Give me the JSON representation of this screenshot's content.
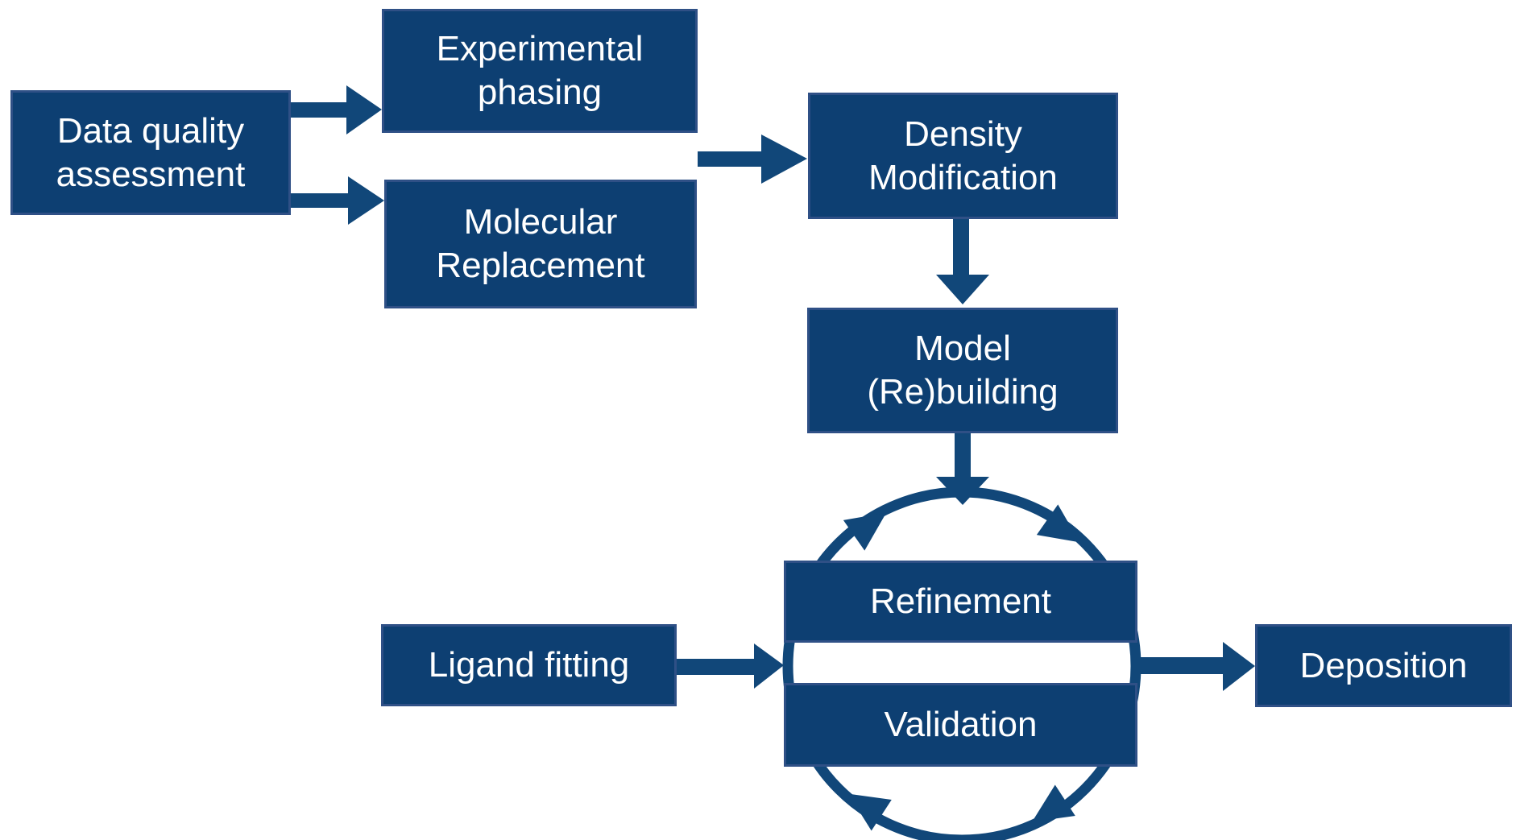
{
  "diagram": {
    "type": "flowchart",
    "nodes": [
      {
        "id": "data-quality-assessment",
        "label": "Data quality\nassessment"
      },
      {
        "id": "experimental-phasing",
        "label": "Experimental\nphasing"
      },
      {
        "id": "molecular-replacement",
        "label": "Molecular\nReplacement"
      },
      {
        "id": "density-modification",
        "label": "Density\nModification"
      },
      {
        "id": "model-rebuilding",
        "label": "Model\n(Re)building"
      },
      {
        "id": "refinement",
        "label": "Refinement"
      },
      {
        "id": "validation",
        "label": "Validation"
      },
      {
        "id": "ligand-fitting",
        "label": "Ligand fitting"
      },
      {
        "id": "deposition",
        "label": "Deposition"
      }
    ],
    "edges": [
      {
        "from": "data-quality-assessment",
        "to": "experimental-phasing"
      },
      {
        "from": "data-quality-assessment",
        "to": "molecular-replacement"
      },
      {
        "from": "experimental-phasing / molecular-replacement",
        "to": "density-modification"
      },
      {
        "from": "density-modification",
        "to": "model-rebuilding"
      },
      {
        "from": "model-rebuilding",
        "to": "refinement-validation-cycle"
      },
      {
        "from": "ligand-fitting",
        "to": "refinement-validation-cycle"
      },
      {
        "from": "refinement-validation-cycle",
        "to": "deposition"
      },
      {
        "from": "refinement",
        "to": "validation",
        "style": "circular-cycle-clockwise"
      }
    ],
    "colors": {
      "node_fill": "#0d3f72",
      "node_border": "#2f5086",
      "arrow": "#114779",
      "text": "#ffffff",
      "background": "#ffffff"
    }
  }
}
